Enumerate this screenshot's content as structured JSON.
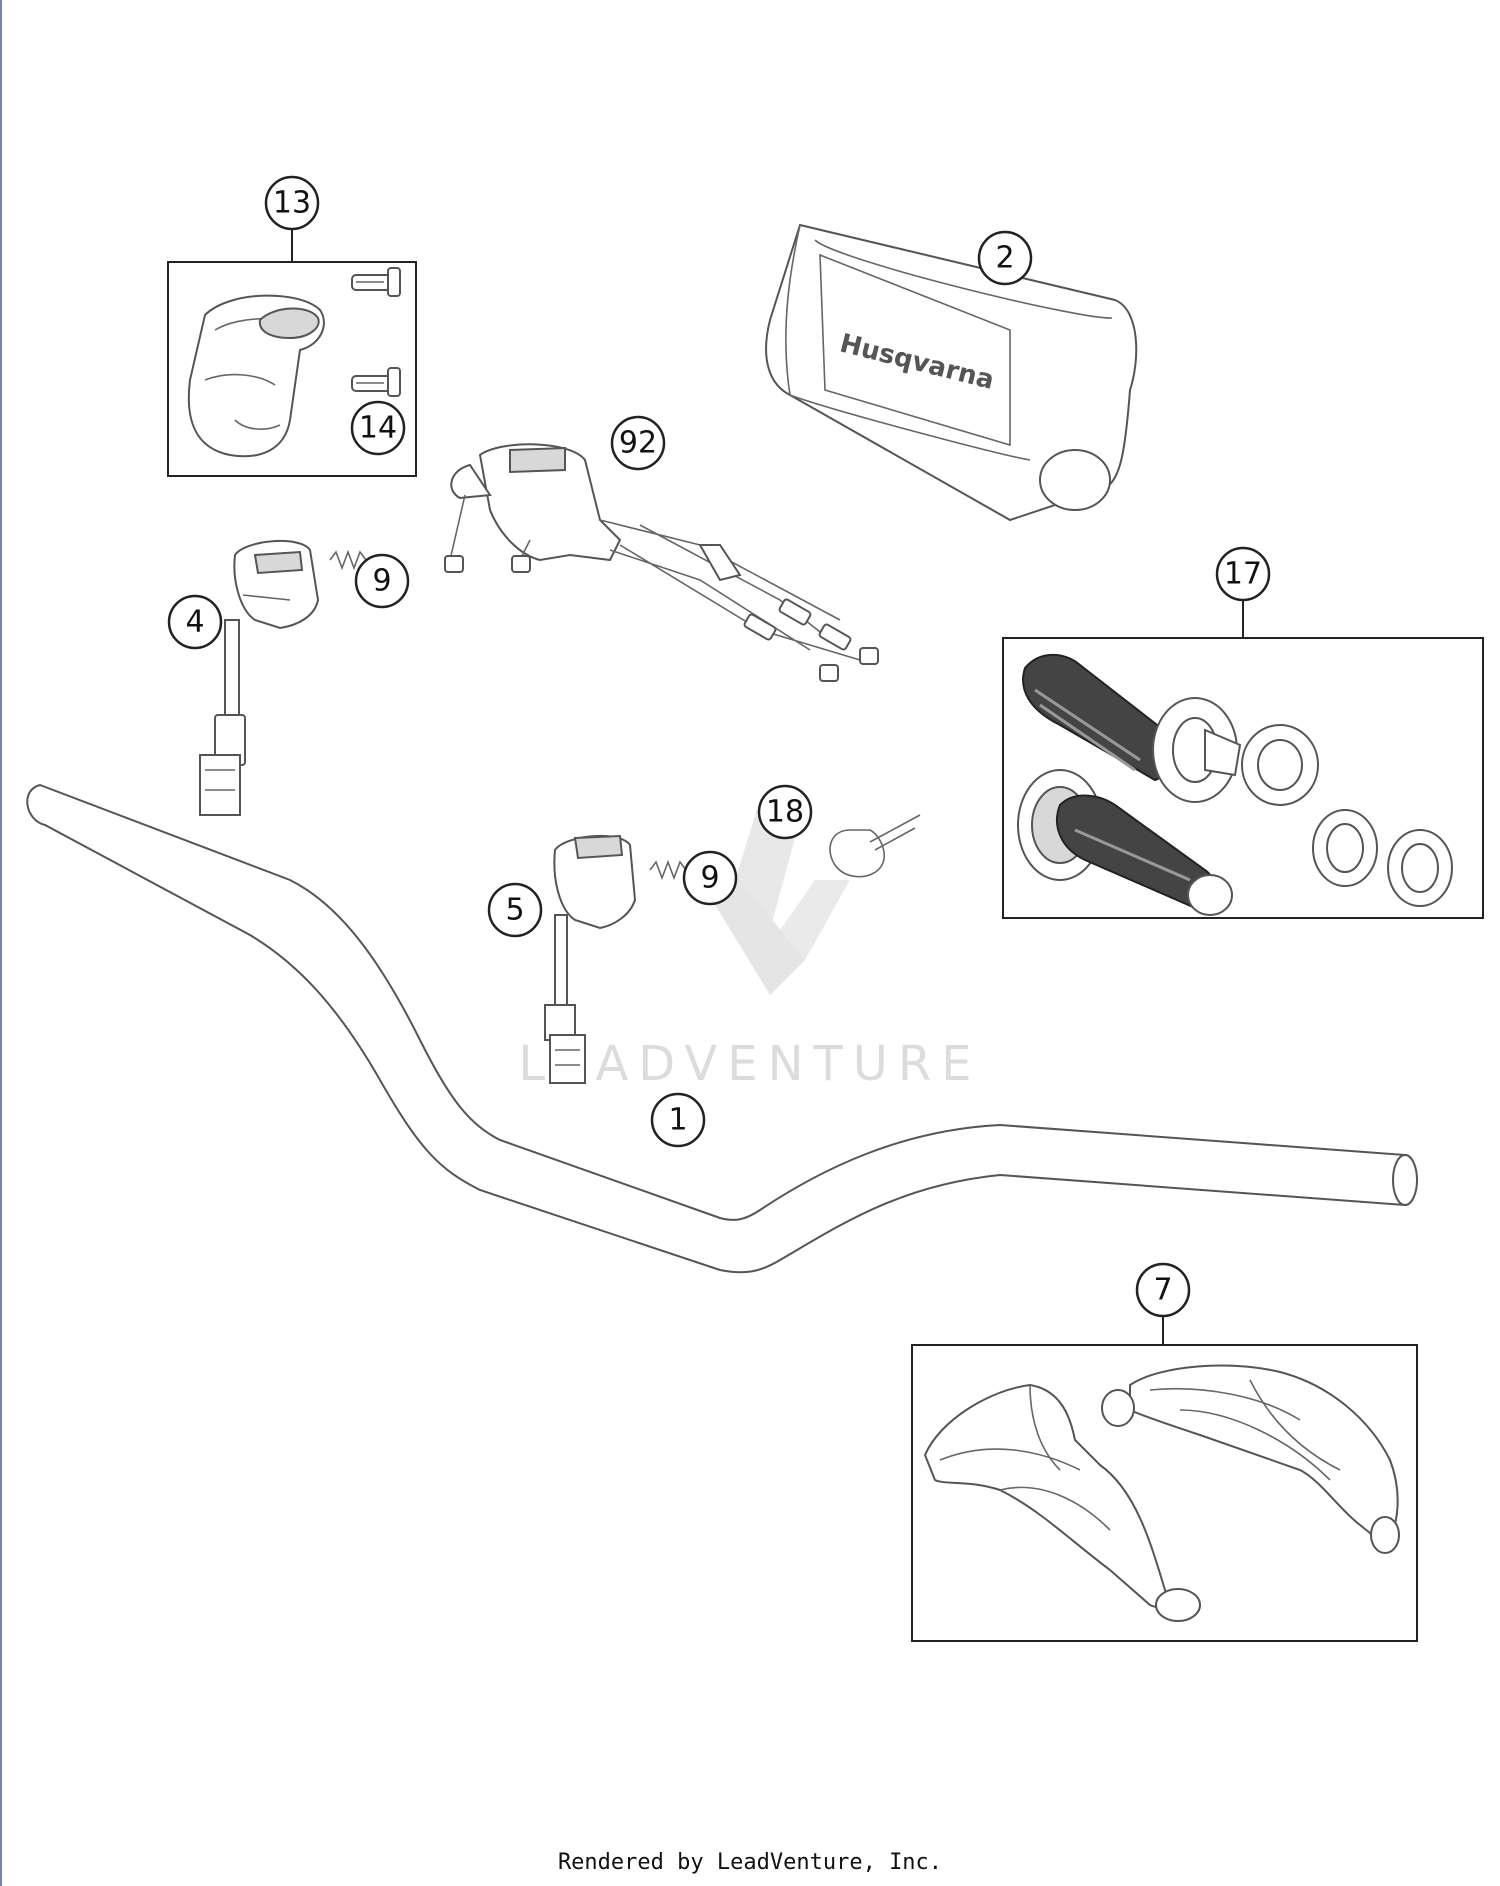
{
  "diagram": {
    "callouts": [
      {
        "id": "13",
        "label": "13"
      },
      {
        "id": "14",
        "label": "14"
      },
      {
        "id": "2",
        "label": "2"
      },
      {
        "id": "92",
        "label": "92"
      },
      {
        "id": "4",
        "label": "4"
      },
      {
        "id": "9a",
        "label": "9"
      },
      {
        "id": "17",
        "label": "17"
      },
      {
        "id": "18",
        "label": "18"
      },
      {
        "id": "5",
        "label": "5"
      },
      {
        "id": "9b",
        "label": "9"
      },
      {
        "id": "1",
        "label": "1"
      },
      {
        "id": "7",
        "label": "7"
      }
    ],
    "pad_logo_text": "Husqvarna",
    "watermark": "LEADVENTURE"
  },
  "footer": {
    "text": "Rendered by LeadVenture, Inc."
  }
}
